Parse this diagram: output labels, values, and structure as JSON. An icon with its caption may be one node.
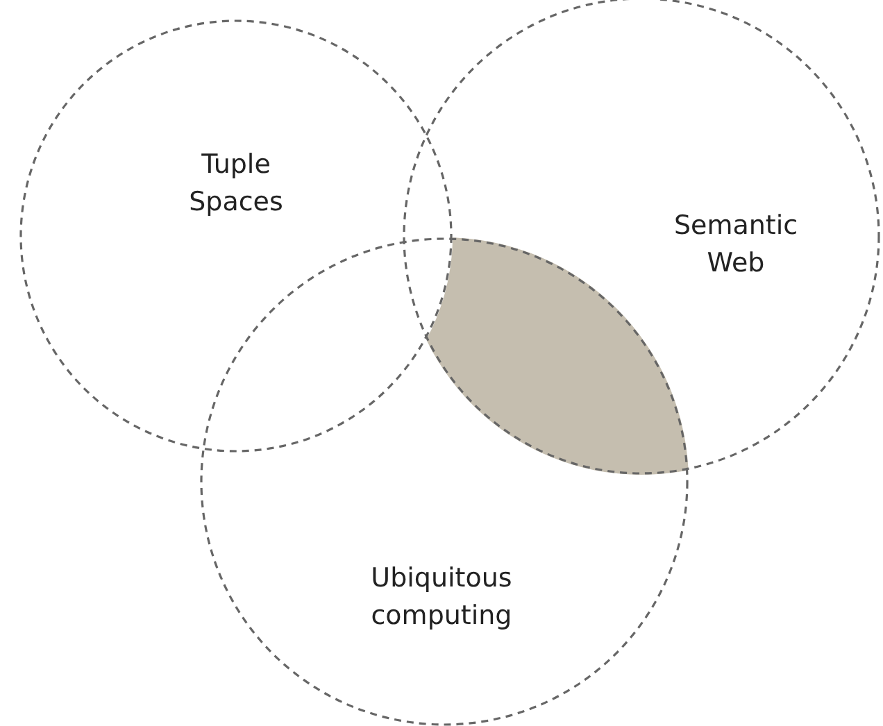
{
  "diagram": {
    "nodes": [
      {
        "text": [
          "Tuple Spaces"
        ]
      },
      {
        "text": [
          "Semantic Web"
        ]
      },
      {
        "text": [
          "Ubiquitous computing"
        ]
      }
    ],
    "edges": []
  }
}
